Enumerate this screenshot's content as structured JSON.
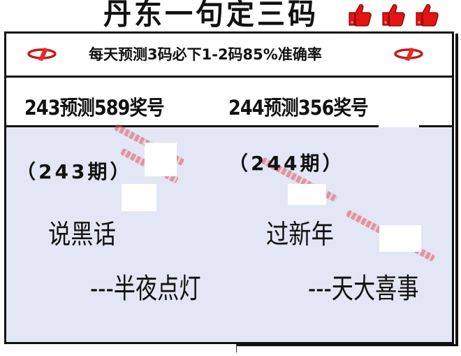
{
  "header": {
    "title": "丹东一句定三码",
    "thumb_icons": [
      "thumbs-up-icon",
      "thumbs-up-icon",
      "thumbs-up-icon"
    ],
    "accent_color": "#e01010"
  },
  "banner": {
    "text": "每天预测3码必下1-2码85%准确率",
    "left_icon": "lottery-logo-icon",
    "right_icon": "lottery-logo-icon"
  },
  "predictions": {
    "previous": "243预测589奖号",
    "current": "244预测356奖号"
  },
  "riddles": {
    "previous": {
      "issue": "（243期）",
      "phrase": "说黑话",
      "answer": "---半夜点灯"
    },
    "current": {
      "issue": "（244期）",
      "phrase": "过新年",
      "answer": "---天大喜事"
    }
  },
  "colors": {
    "panel_background": "#e3e6f4",
    "border": "#111111"
  }
}
